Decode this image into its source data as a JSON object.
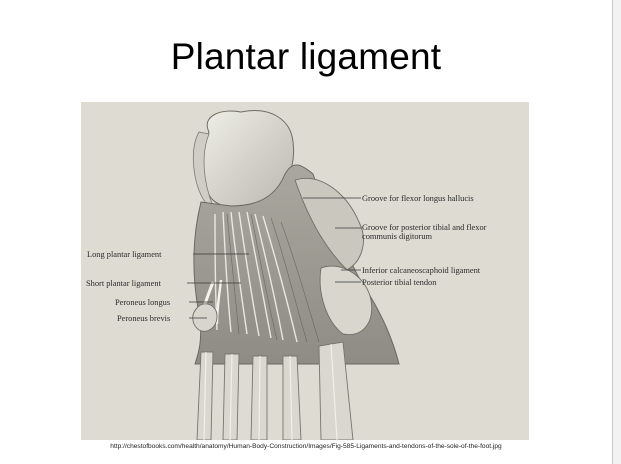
{
  "slide": {
    "title": "Plantar ligament",
    "caption": "http://chestofbooks.com/health/anatomy/Human-Body-Construction/Images/Fig-585-Ligaments-and-tendons-of-the-sole-of-the-foot.jpg"
  },
  "figure": {
    "labels": {
      "groove_flexor_longus_hallucis": "Groove for flexor longus hallucis",
      "groove_posterior_tibial_line1": "Groove for posterior tibial and flexor",
      "groove_posterior_tibial_line2": "communis digitorum",
      "long_plantar_ligament": "Long plantar ligament",
      "short_plantar_ligament": "Short plantar ligament",
      "inferior_calcaneoscaphoid_ligament": "Inferior calcaneoscaphoid ligament",
      "posterior_tibial_tendon": "Posterior tibial tendon",
      "peroneus_longus": "Peroneus longus",
      "peroneus_brevis": "Peroneus brevis"
    }
  }
}
